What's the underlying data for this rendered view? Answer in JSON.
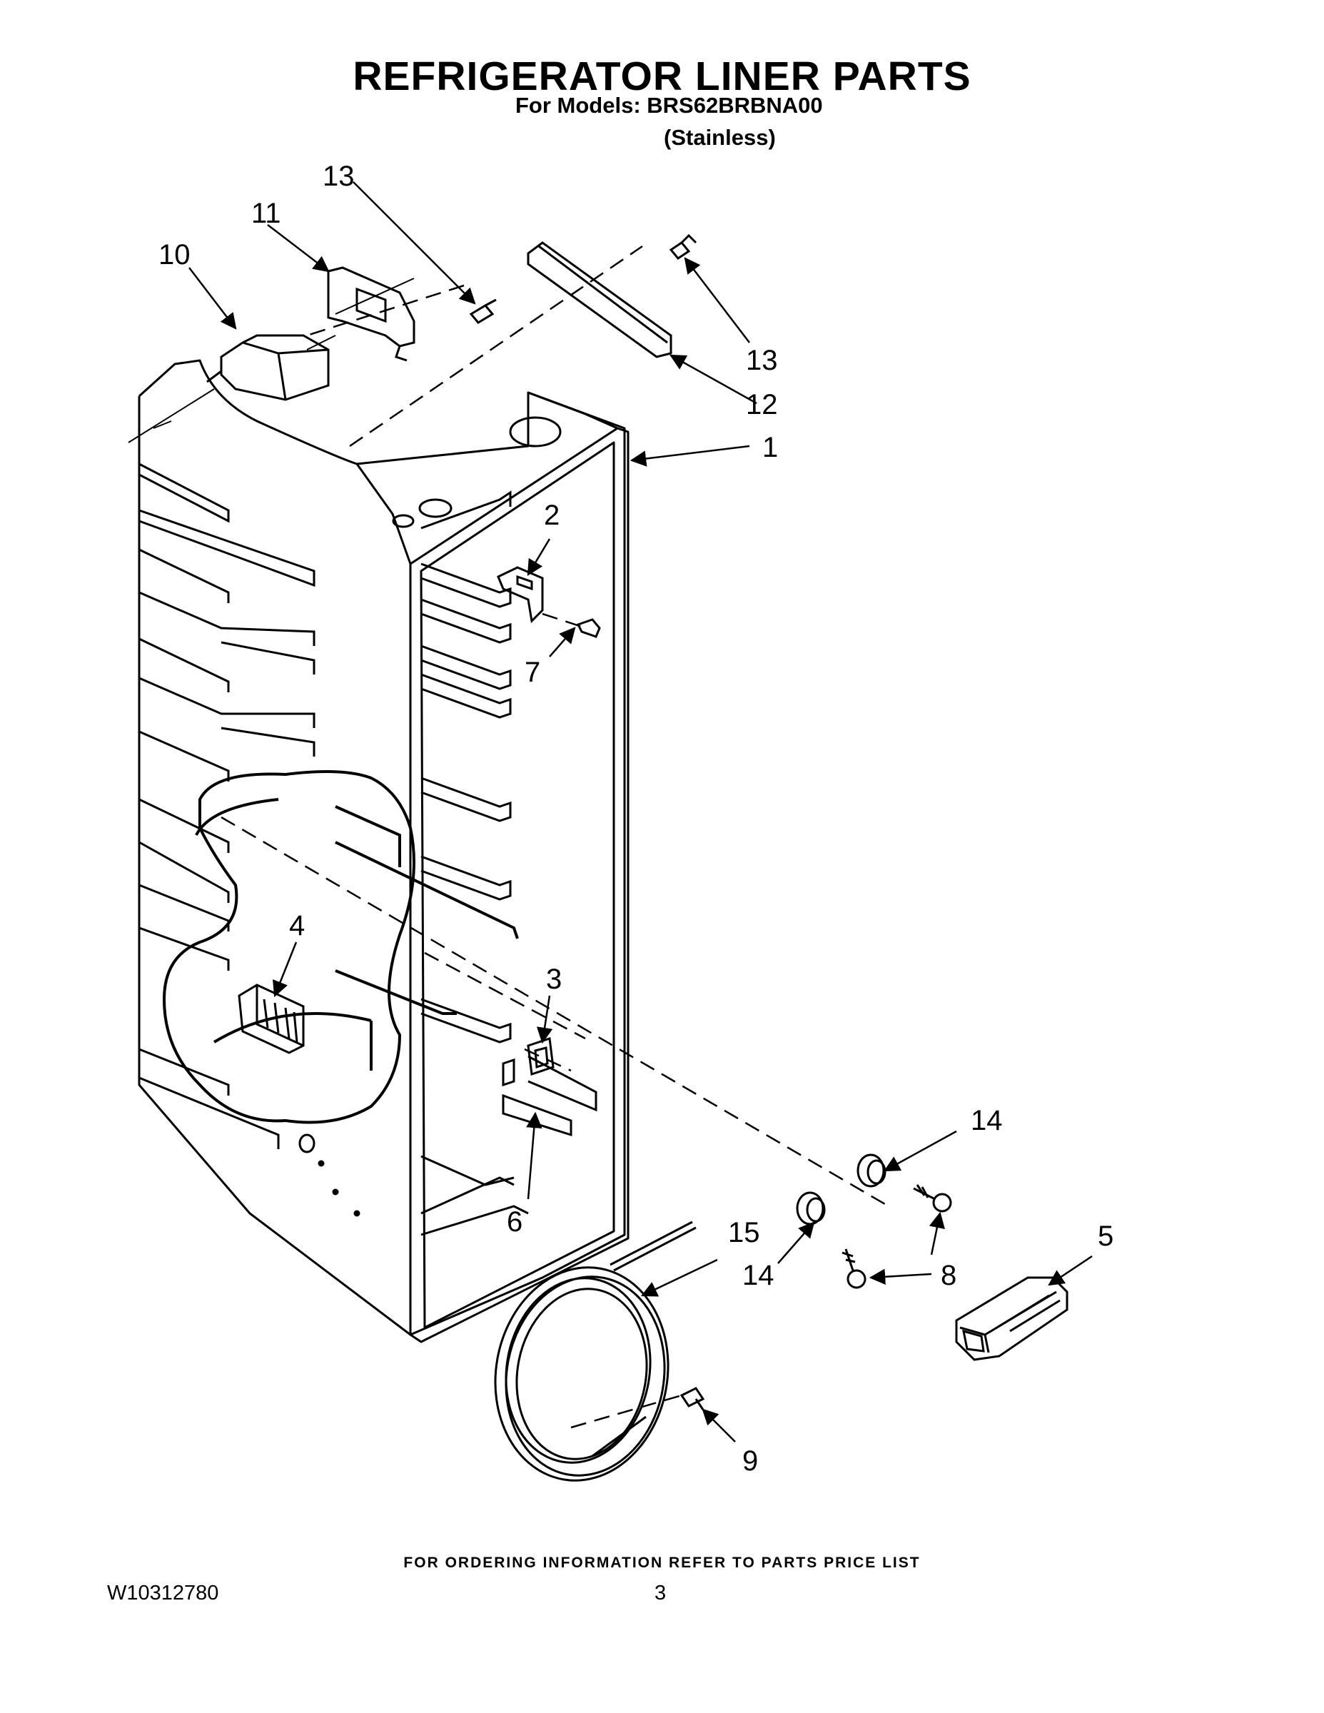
{
  "header": {
    "title": "REFRIGERATOR LINER PARTS",
    "models_line": "For Models: BRS62BRBNA00",
    "finish": "(Stainless)"
  },
  "callouts": {
    "c1": "1",
    "c2": "2",
    "c3": "3",
    "c4": "4",
    "c5": "5",
    "c6": "6",
    "c7": "7",
    "c8": "8",
    "c9": "9",
    "c10": "10",
    "c11": "11",
    "c12": "12",
    "c13a": "13",
    "c13b": "13",
    "c14a": "14",
    "c14b": "14",
    "c15": "15"
  },
  "footer": {
    "ordering_note": "FOR ORDERING INFORMATION REFER TO PARTS PRICE LIST",
    "doc_number": "W10312780",
    "page_number": "3"
  }
}
